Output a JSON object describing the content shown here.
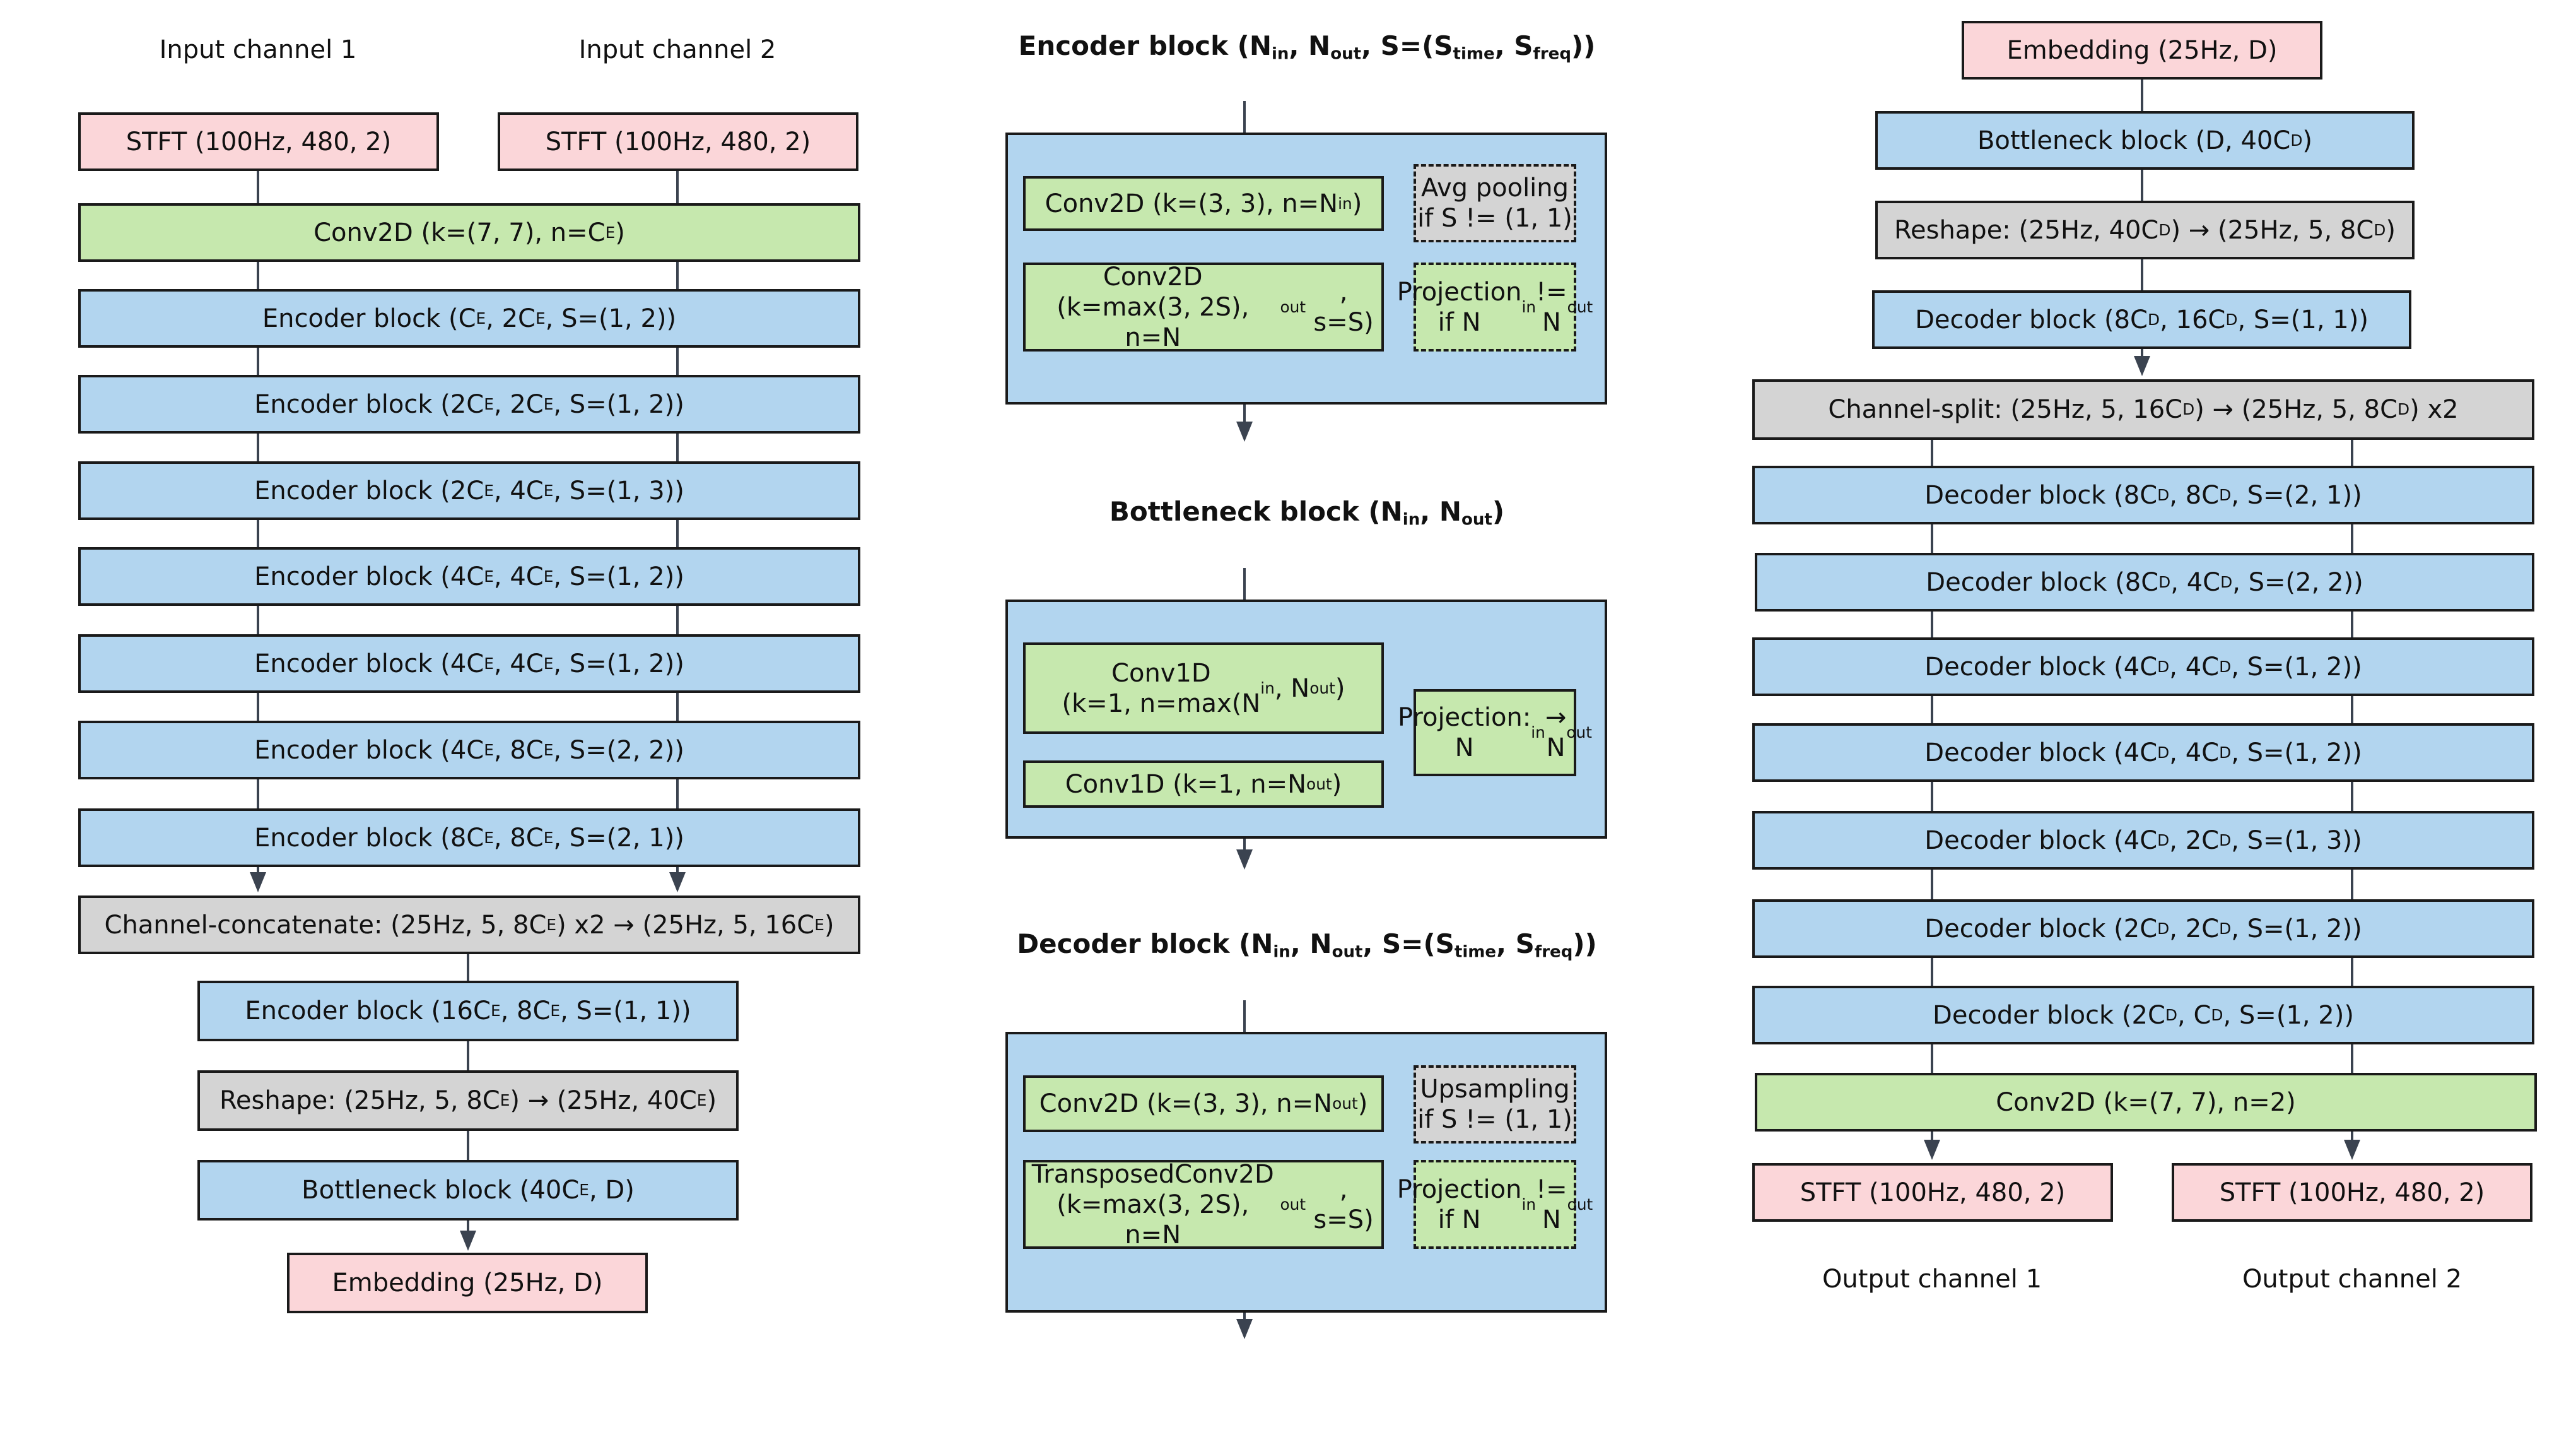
{
  "labels": {
    "input_ch1": "Input channel 1",
    "input_ch2": "Input channel 2",
    "output_ch1": "Output channel 1",
    "output_ch2": "Output channel 2"
  },
  "titles": {
    "encoder": "Encoder block (N<sub>in</sub>, N<sub>out</sub>, S=(S<sub>time</sub>, S<sub>freq</sub>))",
    "bottleneck": "Bottleneck block (N<sub>in</sub>, N<sub>out</sub>)",
    "decoder": "Decoder block (N<sub>in</sub>, N<sub>out</sub>, S=(S<sub>time</sub>, S<sub>freq</sub>))"
  },
  "encoder_column": {
    "stft_1": "STFT (100Hz, 480, 2)",
    "stft_2": "STFT (100Hz, 480, 2)",
    "conv2d": "Conv2D (k=(7, 7), n=C<sub>E</sub>)",
    "enc_1": "Encoder block (C<sub>E</sub>, 2C<sub>E</sub>, S=(1, 2))",
    "enc_2": "Encoder block (2C<sub>E</sub>, 2C<sub>E</sub>, S=(1, 2))",
    "enc_3": "Encoder block (2C<sub>E</sub>, 4C<sub>E</sub>, S=(1, 3))",
    "enc_4": "Encoder block (4C<sub>E</sub>, 4C<sub>E</sub>, S=(1, 2))",
    "enc_5": "Encoder block (4C<sub>E</sub>, 4C<sub>E</sub>, S=(1, 2))",
    "enc_6": "Encoder block (4C<sub>E</sub>, 8C<sub>E</sub>, S=(2, 2))",
    "enc_7": "Encoder block (8C<sub>E</sub>, 8C<sub>E</sub>, S=(2, 1))",
    "concat": "Channel-concatenate: (25Hz, 5, 8C<sub>E</sub>) x2 → (25Hz, 5, 16C<sub>E</sub>)",
    "enc_8": "Encoder block (16C<sub>E</sub>, 8C<sub>E</sub>, S=(1, 1))",
    "reshape": "Reshape: (25Hz, 5, 8C<sub>E</sub>) → (25Hz, 40C<sub>E</sub>)",
    "bottleneck": "Bottleneck block (40C<sub>E</sub>, D)",
    "embedding": "Embedding (25Hz, D)"
  },
  "encoder_block_detail": {
    "conv_a": "Conv2D (k=(3, 3), n=N<sub>in</sub>)",
    "conv_b": "Conv2D<br>(k=max(3, 2S), n=N<sub>out</sub>, s=S)",
    "pool": "Avg pooling<br>if S != (1, 1)",
    "proj": "Projection<br>if N<sub>in</sub> != N<sub>out</sub>"
  },
  "bottleneck_block_detail": {
    "conv_a": "Conv1D<br>(k=1, n=max(N<sub>in</sub>, N<sub>out</sub>)",
    "conv_b": "Conv1D (k=1, n=N<sub>out</sub>)",
    "proj": "Projection:<br>N<sub>in</sub> → N<sub>out</sub>"
  },
  "decoder_block_detail": {
    "conv_a": "Conv2D (k=(3, 3), n=N<sub>out</sub>)",
    "conv_b": "TransposedConv2D<br>(k=max(3, 2S), n=N<sub>out</sub>, s=S)",
    "upsample": "Upsampling<br>if S != (1, 1)",
    "proj": "Projection<br>if N<sub>in</sub> != N<sub>out</sub>"
  },
  "decoder_column": {
    "embedding": "Embedding (25Hz, D)",
    "bottleneck": "Bottleneck block (D, 40C<sub>D</sub>)",
    "reshape": "Reshape: (25Hz, 40C<sub>D</sub>) → (25Hz, 5, 8C<sub>D</sub>)",
    "dec_0": "Decoder block (8C<sub>D</sub>, 16C<sub>D</sub>, S=(1, 1))",
    "split": "Channel-split: (25Hz, 5, 16C<sub>D</sub>) → (25Hz, 5, 8C<sub>D</sub>) x2",
    "dec_1": "Decoder block (8C<sub>D</sub>, 8C<sub>D</sub>, S=(2, 1))",
    "dec_2": "Decoder block (8C<sub>D</sub>, 4C<sub>D</sub>, S=(2, 2))",
    "dec_3": "Decoder block (4C<sub>D</sub>, 4C<sub>D</sub>, S=(1, 2))",
    "dec_4": "Decoder block (4C<sub>D</sub>, 4C<sub>D</sub>, S=(1, 2))",
    "dec_5": "Decoder block (4C<sub>D</sub>, 2C<sub>D</sub>, S=(1, 3))",
    "dec_6": "Decoder block (2C<sub>D</sub>, 2C<sub>D</sub>, S=(1, 2))",
    "dec_7": "Decoder block (2C<sub>D</sub>, C<sub>D</sub>, S=(1, 2))",
    "conv2d": "Conv2D (k=(7, 7), n=2)",
    "stft_1": "STFT (100Hz, 480, 2)",
    "stft_2": "STFT (100Hz, 480, 2)"
  },
  "colors": {
    "io": "#fbd6d9",
    "block": "#b2d5ef",
    "conv": "#c6e8ae",
    "reshape": "#d4d4d4",
    "line": "#3b4350"
  }
}
